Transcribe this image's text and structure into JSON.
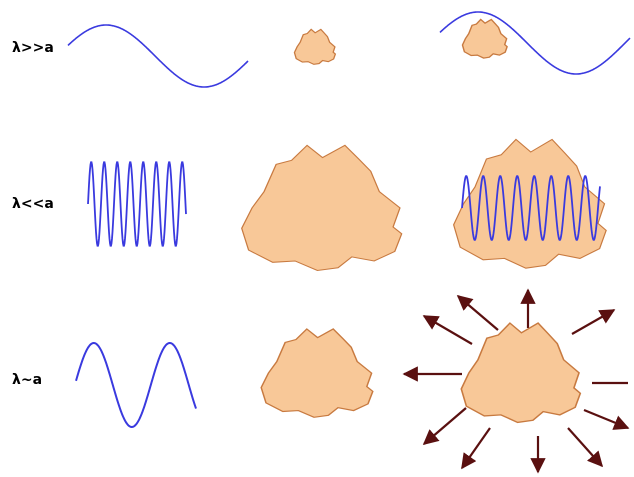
{
  "rows": [
    {
      "label": "λ>>a"
    },
    {
      "label": "λ<<a"
    },
    {
      "label": "λ~a"
    }
  ],
  "colors": {
    "wave": "#3a3adf",
    "particle_fill": "#f8c898",
    "particle_stroke": "#c87a40",
    "arrow": "#5a1010",
    "label_text": "#000000"
  },
  "icons": {
    "wave": "sine-wave-icon",
    "particle": "irregular-blob-icon",
    "scatter_arrow": "arrow-icon"
  }
}
